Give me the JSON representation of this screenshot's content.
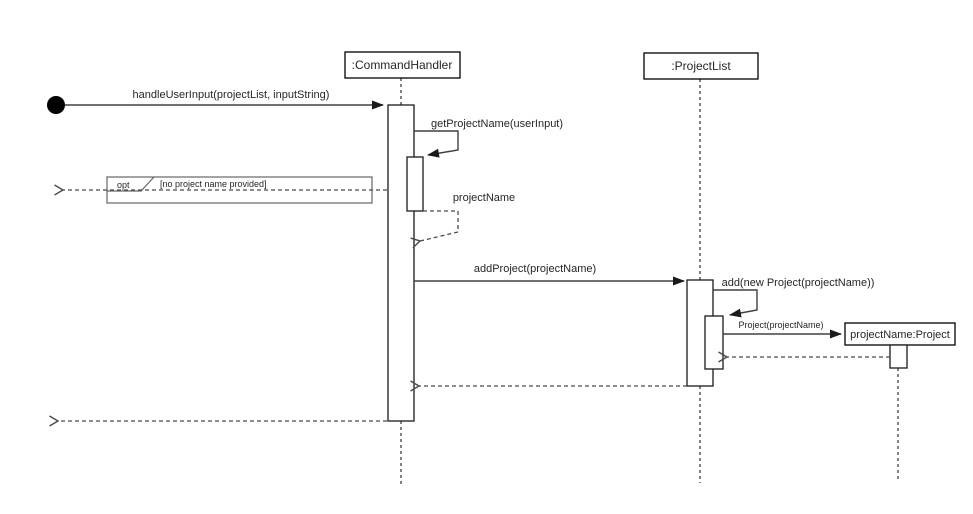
{
  "diagram": {
    "kind": "uml-sequence-diagram",
    "colors": {
      "background": "#ffffff",
      "line": "#404040",
      "box_border": "#000000",
      "box_fill": "#ffffff",
      "found_node_fill": "#000000",
      "fragment_border": "#666666"
    },
    "lifelines": {
      "command_handler": ":CommandHandler",
      "project_list": ":ProjectList",
      "project": "projectName:Project"
    },
    "messages": {
      "handle_user_input": "handleUserInput(projectList, inputString)",
      "get_project_name": "getProjectName(userInput)",
      "project_name_return": "projectName",
      "add_project": "addProject(projectName)",
      "add_new_project": "add(new Project(projectName))",
      "project_create": "Project(projectName)"
    },
    "fragment": {
      "operator": "opt",
      "guard": "[no project name provided]"
    }
  }
}
